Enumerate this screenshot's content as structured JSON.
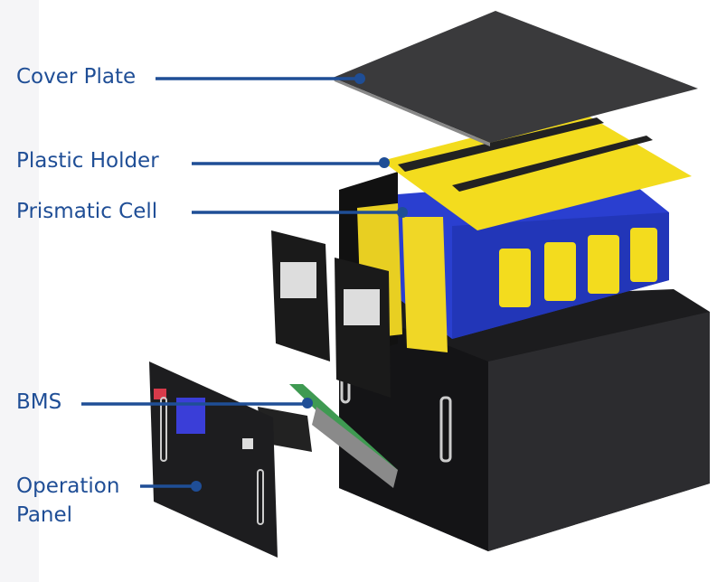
{
  "labels": {
    "cover_plate": "Cover Plate",
    "plastic_holder": "Plastic Holder",
    "prismatic_cell": "Prismatic Cell",
    "bms": "BMS",
    "operation_panel_line1": "Operation",
    "operation_panel_line2": "Panel"
  },
  "colors": {
    "label": "#1f4e96",
    "cell_blue": "#2a3fd0",
    "holder_yellow": "#f3dc1e",
    "housing": "#1c1c1e",
    "pcb_green": "#3f9a52"
  }
}
